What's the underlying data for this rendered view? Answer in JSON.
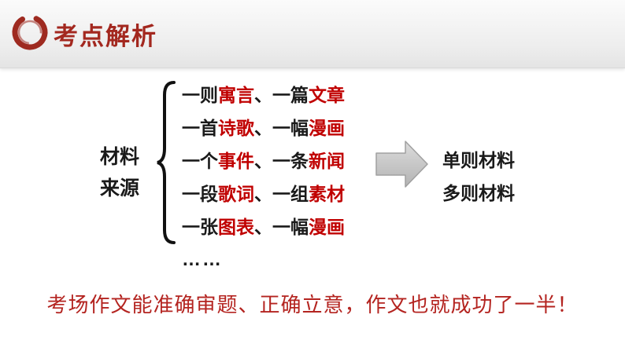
{
  "header": {
    "title": "考点解析"
  },
  "diagram": {
    "source": {
      "line1": "材料",
      "line2": "来源"
    },
    "items": [
      {
        "s0": "一则",
        "s1": "寓言",
        "s2": "、一篇",
        "s3": "文章"
      },
      {
        "s0": "一首",
        "s1": "诗歌",
        "s2": "、一幅",
        "s3": "漫画"
      },
      {
        "s0": "一个",
        "s1": "事件",
        "s2": "、一条",
        "s3": "新闻"
      },
      {
        "s0": "一段",
        "s1": "歌词",
        "s2": "、一组",
        "s3": "素材"
      },
      {
        "s0": "一张",
        "s1": "图表",
        "s2": "、一幅",
        "s3": "漫画"
      }
    ],
    "ellipsis": "……",
    "results": [
      "单则材料",
      "多则材料"
    ]
  },
  "footer": {
    "text": "考场作文能准确审题、正确立意，作文也就成功了一半！"
  },
  "colors": {
    "title_red": "#A3281F",
    "highlight_red": "#C00000",
    "footer_red": "#B42420",
    "arrow_gray": "#C9C9C9"
  }
}
